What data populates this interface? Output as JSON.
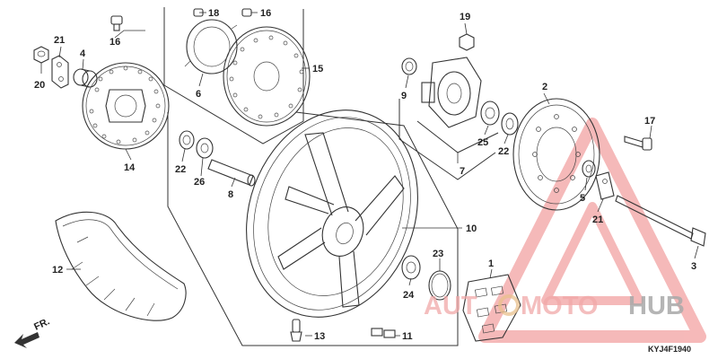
{
  "callouts": [
    {
      "id": "c1",
      "text": "1"
    },
    {
      "id": "c2",
      "text": "2"
    },
    {
      "id": "c3",
      "text": "3"
    },
    {
      "id": "c4",
      "text": "4"
    },
    {
      "id": "c5",
      "text": "5"
    },
    {
      "id": "c6",
      "text": "6"
    },
    {
      "id": "c7",
      "text": "7"
    },
    {
      "id": "c8",
      "text": "8"
    },
    {
      "id": "c9",
      "text": "9"
    },
    {
      "id": "c10",
      "text": "10"
    },
    {
      "id": "c11",
      "text": "11"
    },
    {
      "id": "c12",
      "text": "12"
    },
    {
      "id": "c13",
      "text": "13"
    },
    {
      "id": "c14",
      "text": "14"
    },
    {
      "id": "c15",
      "text": "15"
    },
    {
      "id": "c16a",
      "text": "16"
    },
    {
      "id": "c16b",
      "text": "16"
    },
    {
      "id": "c17",
      "text": "17"
    },
    {
      "id": "c18",
      "text": "18"
    },
    {
      "id": "c19",
      "text": "19"
    },
    {
      "id": "c20",
      "text": "20"
    },
    {
      "id": "c21a",
      "text": "21"
    },
    {
      "id": "c21b",
      "text": "21"
    },
    {
      "id": "c22a",
      "text": "22"
    },
    {
      "id": "c22b",
      "text": "22"
    },
    {
      "id": "c23",
      "text": "23"
    },
    {
      "id": "c24",
      "text": "24"
    },
    {
      "id": "c25",
      "text": "25"
    },
    {
      "id": "c26",
      "text": "26"
    }
  ],
  "front_marker": "FR.",
  "diagram_code": "KYJ4F1940",
  "watermark": {
    "part1": "AUT",
    "part2": "MOTO",
    "part3": "HUB",
    "color_primary": "#f0a0a0",
    "color_secondary": "#e8c08c",
    "color_dark": "#a8a8a8"
  }
}
